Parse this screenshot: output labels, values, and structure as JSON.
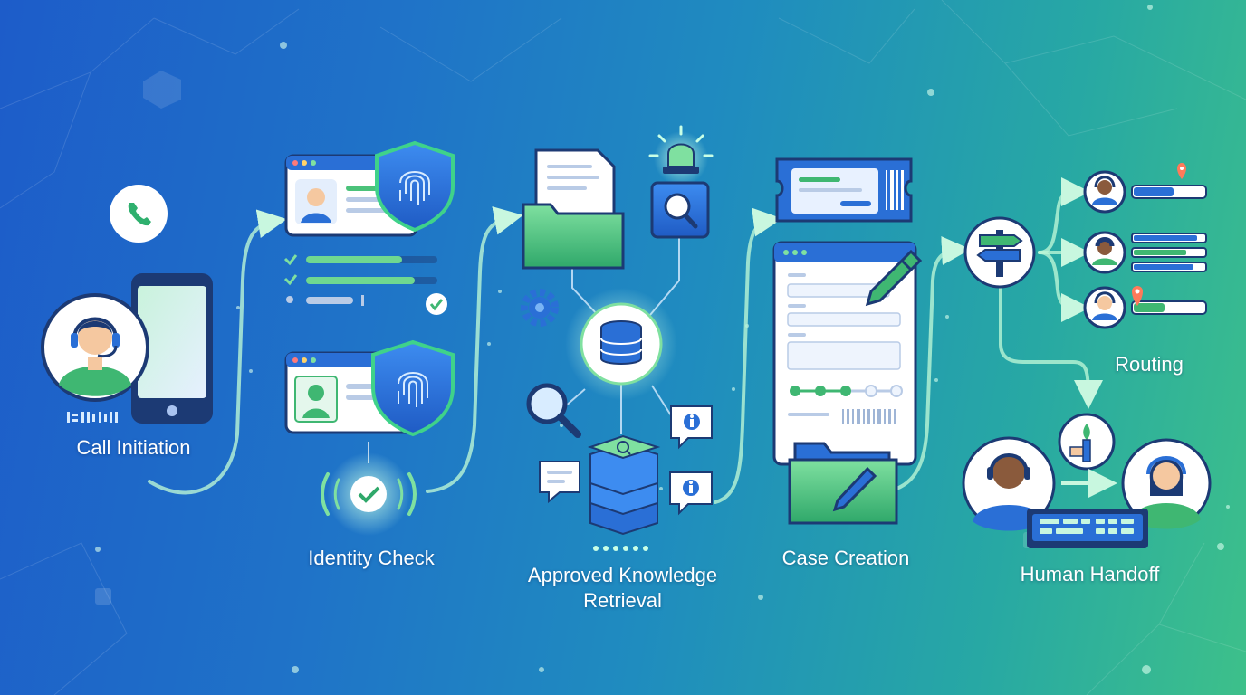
{
  "colors": {
    "background_start": "#1d5cc9",
    "background_end": "#3dc08a",
    "accent_blue": "#2a6fd6",
    "accent_green": "#4bc27a",
    "connector": "#b9f5d6",
    "card": "#ffffff"
  },
  "stages": [
    {
      "id": "call",
      "label": "Call Initiation",
      "icons": [
        "agent-headset-avatar-icon",
        "smartphone-icon",
        "phone-icon",
        "waveform-icon"
      ]
    },
    {
      "id": "identity",
      "label": "Identity Check",
      "icons": [
        "profile-card-icon",
        "fingerprint-shield-icon",
        "checklist-icon",
        "check-badge-icon"
      ]
    },
    {
      "id": "knowledge",
      "label": "Approved Knowledge Retrieval",
      "icons": [
        "document-folder-icon",
        "database-icon",
        "search-icon",
        "gear-icon",
        "info-bubble-icon",
        "stack-icon",
        "alert-light-icon"
      ]
    },
    {
      "id": "case",
      "label": "Case Creation",
      "icons": [
        "ticket-icon",
        "form-window-icon",
        "pen-icon",
        "progress-steps-icon",
        "barcode-icon",
        "folder-pen-icon"
      ]
    },
    {
      "id": "routing",
      "label": "Routing",
      "icons": [
        "signpost-icon",
        "agent-queue-icon",
        "location-pin-icon"
      ]
    },
    {
      "id": "handoff",
      "label": "Human Handoff",
      "icons": [
        "agent-avatar-icon",
        "torch-handoff-icon",
        "keyboard-console-icon",
        "female-agent-avatar-icon"
      ]
    }
  ]
}
